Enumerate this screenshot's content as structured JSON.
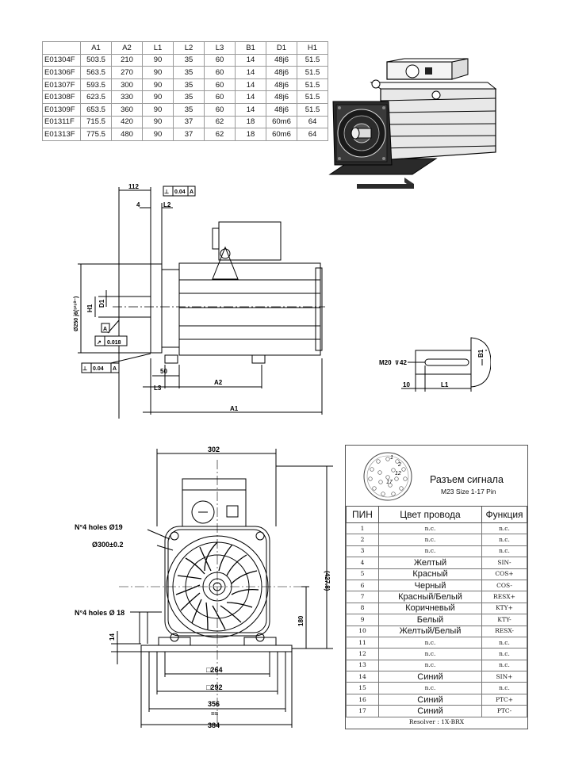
{
  "spec_table": {
    "headers": [
      "",
      "A1",
      "A2",
      "L1",
      "L2",
      "L3",
      "B1",
      "D1",
      "H1"
    ],
    "rows": [
      [
        "E01304F",
        "503.5",
        "210",
        "90",
        "35",
        "60",
        "14",
        "48j6",
        "51.5"
      ],
      [
        "E01306F",
        "563.5",
        "270",
        "90",
        "35",
        "60",
        "14",
        "48j6",
        "51.5"
      ],
      [
        "E01307F",
        "593.5",
        "300",
        "90",
        "35",
        "60",
        "14",
        "48j6",
        "51.5"
      ],
      [
        "E01308F",
        "623.5",
        "330",
        "90",
        "35",
        "60",
        "14",
        "48j6",
        "51.5"
      ],
      [
        "E01309F",
        "653.5",
        "360",
        "90",
        "35",
        "60",
        "14",
        "48j6",
        "51.5"
      ],
      [
        "E01311F",
        "715.5",
        "420",
        "90",
        "37",
        "62",
        "18",
        "60m6",
        "64"
      ],
      [
        "E01313F",
        "775.5",
        "480",
        "90",
        "37",
        "62",
        "18",
        "60m6",
        "64"
      ]
    ]
  },
  "side_view": {
    "dim_112": "112",
    "tol_flatness": "0.04",
    "datum_a": "A",
    "dim_4": "4",
    "dim_l2": "L2",
    "dim_diameter": "Ø250 j6(ˢ²⁵⁰⁻)",
    "dim_h1": "H1",
    "dim_d1": "D1",
    "tol_runout": "0.018",
    "tol_flatness_2": "0.04",
    "dim_50": "50",
    "dim_l3": "L3",
    "dim_a2": "A2",
    "dim_a1": "A1"
  },
  "shaft_detail": {
    "thread": "M20",
    "depth": "42",
    "dim_10": "10",
    "dim_l1": "L1",
    "dim_b1": "B1"
  },
  "front_view": {
    "dim_302": "302",
    "holes_top": "N°4 holes Ø19",
    "pcd": "Ø300±0.2",
    "holes_bottom": "N°4  holes Ø 18",
    "dim_14": "14",
    "dim_427": "(427.8)",
    "dim_180": "180",
    "dim_264": "□264",
    "dim_292": "□292",
    "dim_356": "356",
    "dim_384": "384"
  },
  "connector": {
    "title": "Разъем сигнала",
    "subtitle": "M23 Size 1-17 Pin",
    "col_pin": "ПИН",
    "col_color": "Цвет провода",
    "col_func": "Функция",
    "rows": [
      {
        "pin": "1",
        "color": "n.c.",
        "func": "n.c."
      },
      {
        "pin": "2",
        "color": "n.c.",
        "func": "n.c."
      },
      {
        "pin": "3",
        "color": "n.c.",
        "func": "n.c."
      },
      {
        "pin": "4",
        "color": "Желтый",
        "func": "SIN-"
      },
      {
        "pin": "5",
        "color": "Красный",
        "func": "COS+"
      },
      {
        "pin": "6",
        "color": "Черный",
        "func": "COS-"
      },
      {
        "pin": "7",
        "color": "Красный/Белый",
        "func": "RESX+"
      },
      {
        "pin": "8",
        "color": "Коричневый",
        "func": "KTY+"
      },
      {
        "pin": "9",
        "color": "Белый",
        "func": "KTY-"
      },
      {
        "pin": "10",
        "color": "Желтый/Белый",
        "func": "RESX-"
      },
      {
        "pin": "11",
        "color": "n.c.",
        "func": "n.c."
      },
      {
        "pin": "12",
        "color": "n.c.",
        "func": "n.c."
      },
      {
        "pin": "13",
        "color": "n.c.",
        "func": "n.c."
      },
      {
        "pin": "14",
        "color": "Синий",
        "func": "SIN+"
      },
      {
        "pin": "15",
        "color": "n.c.",
        "func": "n.c."
      },
      {
        "pin": "16",
        "color": "Синий",
        "func": "PTC+"
      },
      {
        "pin": "17",
        "color": "Синий",
        "func": "PTC-"
      }
    ],
    "footer": "Resolver : 1X-BRX",
    "pin_labels": [
      "1",
      "2",
      "12",
      "17"
    ]
  }
}
